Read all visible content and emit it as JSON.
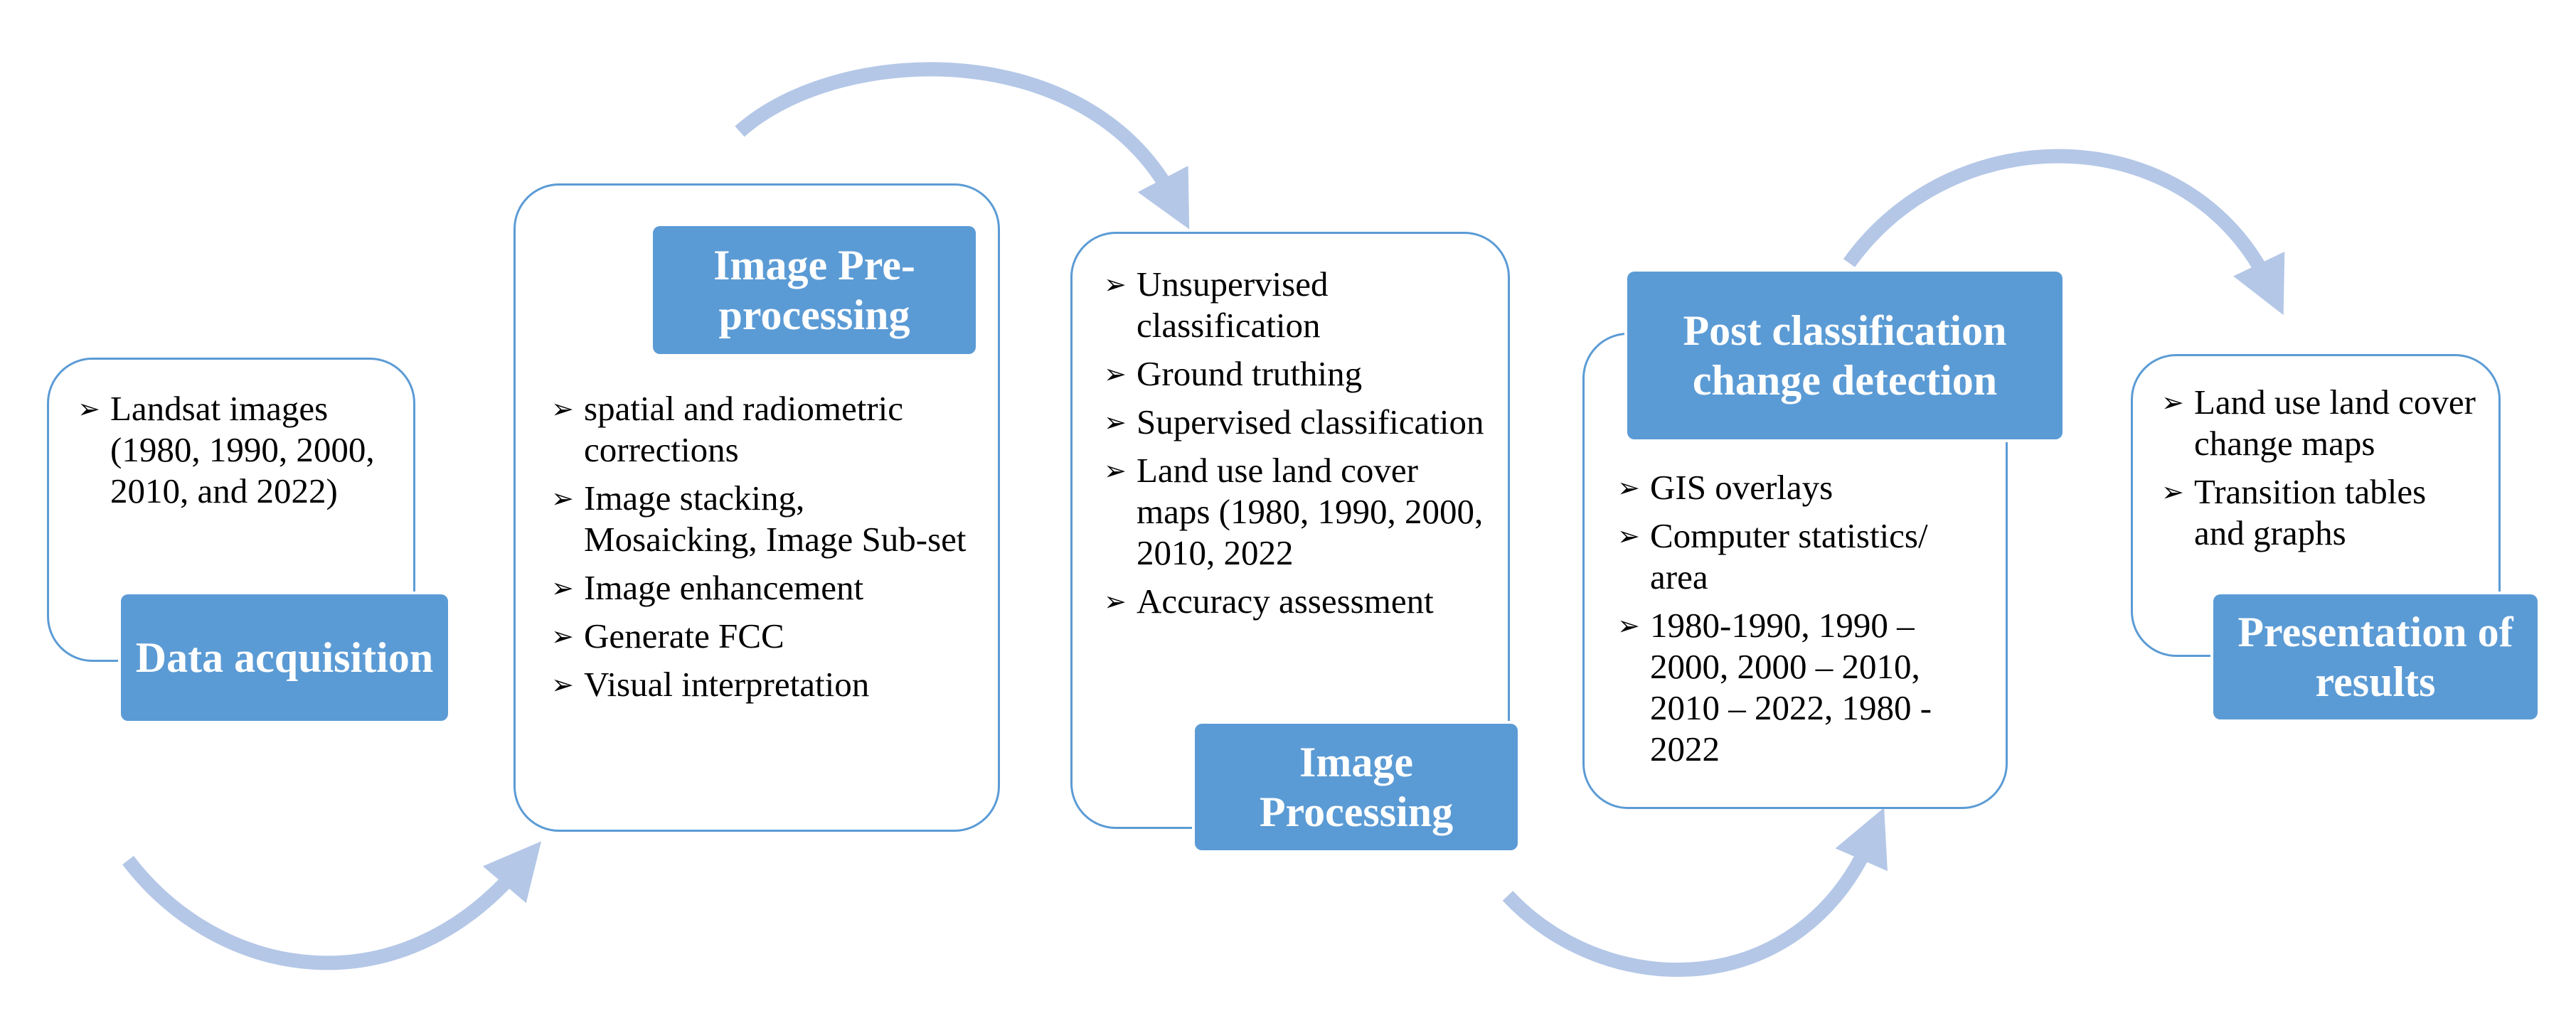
{
  "colors": {
    "accent": "#5b9bd5",
    "arrow": "#b4c7e7",
    "label_text": "#ffffff"
  },
  "bullet_icon": "arrowhead-bullet",
  "steps": [
    {
      "label": "Data acquisition",
      "items": [
        "Landsat images (1980, 1990, 2000, 2010, and 2022)"
      ]
    },
    {
      "label": "Image Pre-processing",
      "items": [
        "spatial and radiometric corrections",
        "Image stacking, Mosaicking, Image Sub-set",
        "Image enhancement",
        "Generate FCC",
        "Visual interpretation"
      ]
    },
    {
      "label": "Image Processing",
      "items": [
        "Unsupervised classification",
        "Ground truthing",
        "Supervised classification",
        "Land use land cover maps (1980, 1990, 2000, 2010, 2022",
        "Accuracy assessment"
      ]
    },
    {
      "label": "Post classification change detection",
      "items": [
        "GIS overlays",
        "Computer statistics/ area",
        "1980-1990, 1990 – 2000, 2000 – 2010, 2010 – 2022, 1980 - 2022"
      ]
    },
    {
      "label": "Presentation of results",
      "items": [
        "Land use land cover change maps",
        "Transition tables and graphs"
      ]
    }
  ]
}
